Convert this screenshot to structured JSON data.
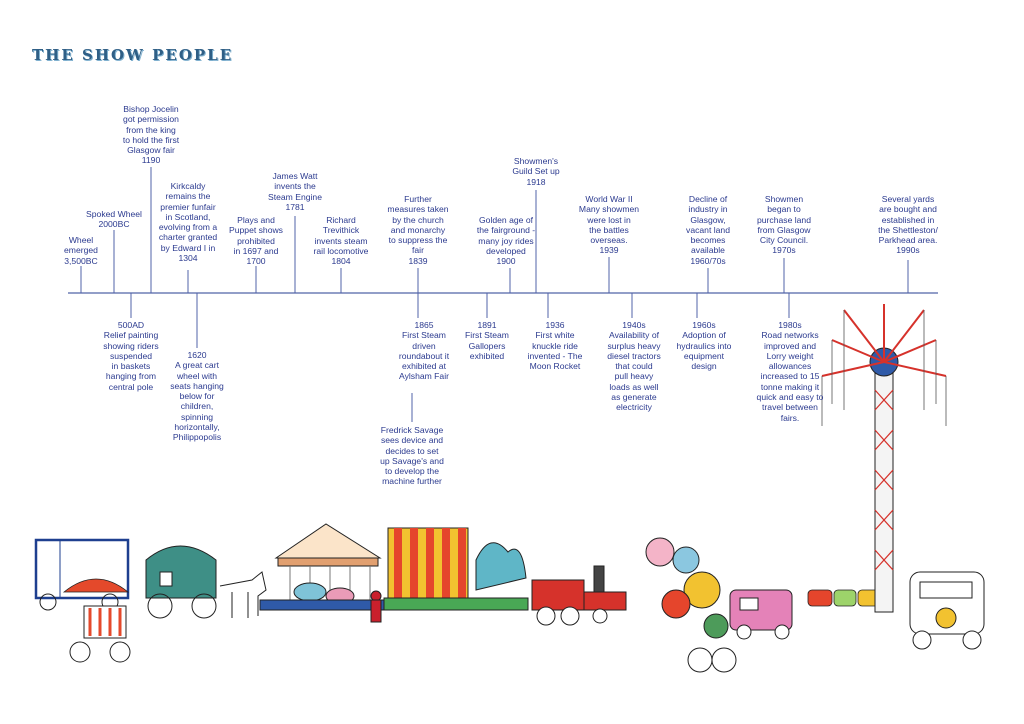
{
  "title": "THE SHOW PEOPLE",
  "colors": {
    "ink": "#2b3a8f",
    "title": "#2f5f86",
    "line": "#5063a8"
  },
  "events_above": [
    {
      "text": "Wheel\nemerged\n3,500BC"
    },
    {
      "text": "Spoked Wheel\n2000BC"
    },
    {
      "text": "Bishop Jocelin\ngot permission\nfrom the king\nto hold the first\nGlasgow fair\n1190"
    },
    {
      "text": "Kirkcaldy\nremains the\npremier funfair\nin Scotland,\nevolving from a\ncharter granted\nby Edward I in\n1304"
    },
    {
      "text": "Plays and\nPuppet shows\nprohibited\nin 1697 and\n1700"
    },
    {
      "text": "James Watt\ninvents the\nSteam Engine\n1781"
    },
    {
      "text": "Richard\nTrevithick\ninvents steam\nrail locomotive\n1804"
    },
    {
      "text": "Further\nmeasures taken\nby the church\nand monarchy\nto suppress the\nfair\n1839"
    },
    {
      "text": "Golden age of\nthe fairground -\nmany joy rides\ndeveloped\n1900"
    },
    {
      "text": "Showmen's\nGuild Set up\n1918"
    },
    {
      "text": "World War II\nMany showmen\nwere lost in\nthe battles\noverseas.\n1939"
    },
    {
      "text": "Decline of\nindustry in\nGlasgow,\nvacant land\nbecomes\navailable\n1960/70s"
    },
    {
      "text": "Showmen\nbegan to\npurchase land\nfrom Glasgow\nCity Council.\n1970s"
    },
    {
      "text": "Several yards\nare bought and\nestablished in\nthe Shettleston/\nParkhead area.\n1990s"
    }
  ],
  "events_below": [
    {
      "text": "500AD\nRelief painting\nshowing riders\nsuspended\nin baskets\nhanging from\ncentral pole"
    },
    {
      "text": "1620\nA great cart\nwheel with\nseats hanging\nbelow for\nchildren,\nspinning\nhorizontally,\nPhilippopolis"
    },
    {
      "text": "1865\nFirst Steam\ndriven\nroundabout it\nexhibited at\nAylsham Fair"
    },
    {
      "text": "Fredrick Savage\nsees device and\ndecides to set\nup Savage's and\nto develop the\nmachine further"
    },
    {
      "text": "1891\nFirst Steam\nGallopers\nexhibited"
    },
    {
      "text": "1936\nFirst white\nknuckle ride\ninvented - The\nMoon Rocket"
    },
    {
      "text": "1940s\nAvailability of\nsurplus heavy\ndiesel tractors\nthat could\npull heavy\nloads as well\nas generate\nelectricity"
    },
    {
      "text": "1960s\nAdoption of\nhydraulics into\nequipment\ndesign"
    },
    {
      "text": "1980s\nRoad networks\nimproved and\nLorry weight\nallowances\nincreased to 15\ntonne making it\nquick and easy to\ntravel between\nfairs."
    }
  ]
}
